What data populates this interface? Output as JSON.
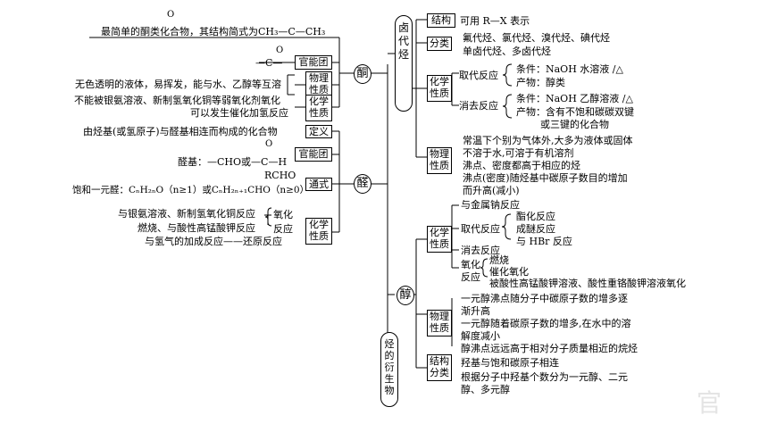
{
  "root": "烃的衍生物",
  "ketone": {
    "title": "酮",
    "simplest": "最简单的酮类化合物，其结构简式为CH₃—C—CH₃",
    "carbonyl_o": "O",
    "func_group_formula": "—C—",
    "func_group_label": "官能团",
    "phys_label": "物理性质",
    "phys_text": "无色透明的液体，易挥发，能与水、乙醇等互溶",
    "chem_label": "化学性质",
    "chem_text1": "不能被银氨溶液、新制氢氧化铜等弱氧化剂氧化",
    "chem_text2": "可以发生催化加氢反应"
  },
  "aldehyde": {
    "title": "醛",
    "def_label": "定义",
    "def_text": "由烃基(或氢原子)与醛基相连而构成的化合物",
    "func_label": "官能团",
    "func_text": "醛基：—CHO或—C—H",
    "func_o": "O",
    "formula_label": "通式",
    "formula_rcho": "RCHO",
    "formula_text": "饱和一元醛：CₙH₂ₙO（n≥1）或CₙH₂ₙ₊₁CHO（n≥0）",
    "chem_label": "化学性质",
    "ox1": "与银氨溶液、新制氢氧化铜反应",
    "ox2": "燃烧、与酸性高锰酸钾反应",
    "ox_label": "氧化反应",
    "red": "与氢气的加成反应——还原反应"
  },
  "halide": {
    "title": "卤代烃",
    "struct_label": "结构",
    "struct_text": "可用 R—X 表示",
    "class_label": "分类",
    "class_text1": "氟代烃、氯代烃、溴代烃、碘代烃",
    "class_text2": "单卤代烃、多卤代烃",
    "chem_label": "化学性质",
    "sub_label": "取代反应",
    "sub_cond": "条件：NaOH 水溶液 /△",
    "sub_prod": "产物：醇类",
    "elim_label": "消去反应",
    "elim_cond": "条件：NaOH 乙醇溶液 /△",
    "elim_prod1": "产物：含有不饱和碳碳双键",
    "elim_prod2": "或三键的化合物",
    "phys_label": "物理性质",
    "phys1": "常温下个别为气体外,大多为液体或固体",
    "phys2": "不溶于水,可溶于有机溶剂",
    "phys3": "沸点、密度都高于相应的烃",
    "phys4": "沸点(密度)随烃基中碳原子数目的增加",
    "phys5": "而升高(减小)"
  },
  "alcohol": {
    "title": "醇",
    "chem_label": "化学性质",
    "na": "与金属钠反应",
    "sub_label": "取代反应",
    "sub1": "酯化反应",
    "sub2": "成醚反应",
    "sub3": "与 HBr 反应",
    "elim": "消去反应",
    "ox_label": "氧化反应",
    "ox1": "燃烧",
    "ox2": "催化氧化",
    "ox3": "被酸性高锰酸钾溶液、酸性重铬酸钾溶液氧化",
    "phys_label": "物理性质",
    "phys1": "一元醇沸点随分子中碳原子数的增多逐",
    "phys2": "渐升高",
    "phys3": "一元醇随着碳原子数的增多,在水中的溶",
    "phys4": "解度减小",
    "phys5": "醇沸点远远高于相对分子质量相近的烷烃",
    "class_label": "结构分类",
    "class1": "羟基与饱和碳原子相连",
    "class2": "根据分子中羟基个数分为一元醇、二元",
    "class3": "醇、多元醇"
  },
  "corner_mark": "官"
}
